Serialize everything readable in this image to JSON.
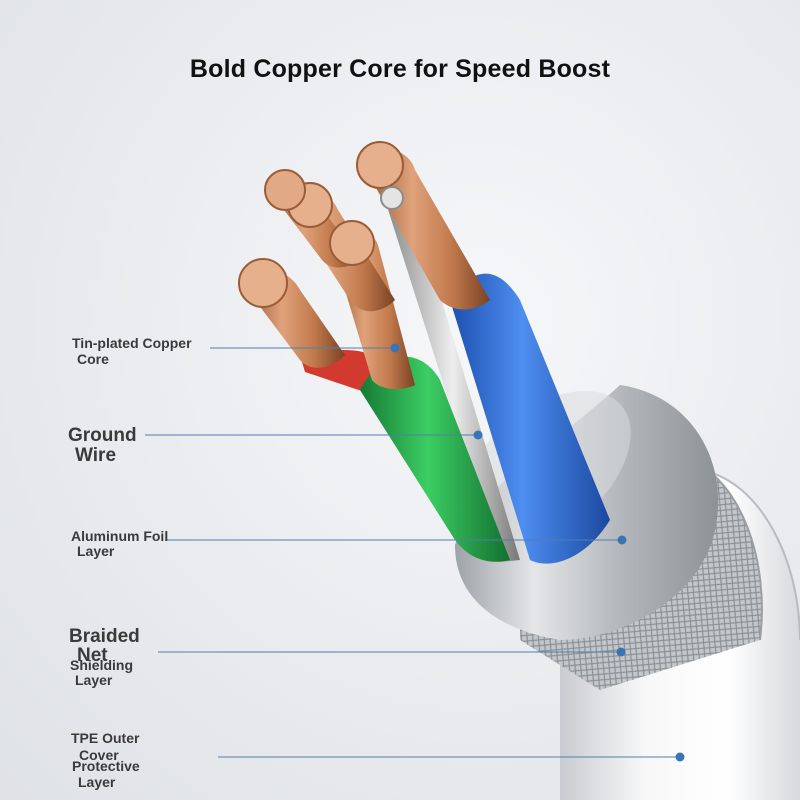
{
  "title": "Bold Copper Core for Speed Boost",
  "labels": {
    "tin_plated_1": "Tin-plated Copper",
    "tin_plated_2": "Core",
    "ground_1": "Ground",
    "ground_2": "Wire",
    "foil_1": "Aluminum Foil",
    "foil_2": "Layer",
    "braided_1": "Braided",
    "braided_2": "Net",
    "braided_3": "Shielding",
    "braided_4": "Layer",
    "tpe_1": "TPE Outer",
    "tpe_2": "Cover",
    "tpe_3": "Protective",
    "tpe_4": "Layer"
  },
  "colors": {
    "accent_line": "#4d7fae",
    "dot": "#3b74b4",
    "copper": "#c98a5e",
    "green_wire": "#27a24a",
    "blue_wire": "#2f6fd1",
    "red_wire": "#d23a30"
  }
}
